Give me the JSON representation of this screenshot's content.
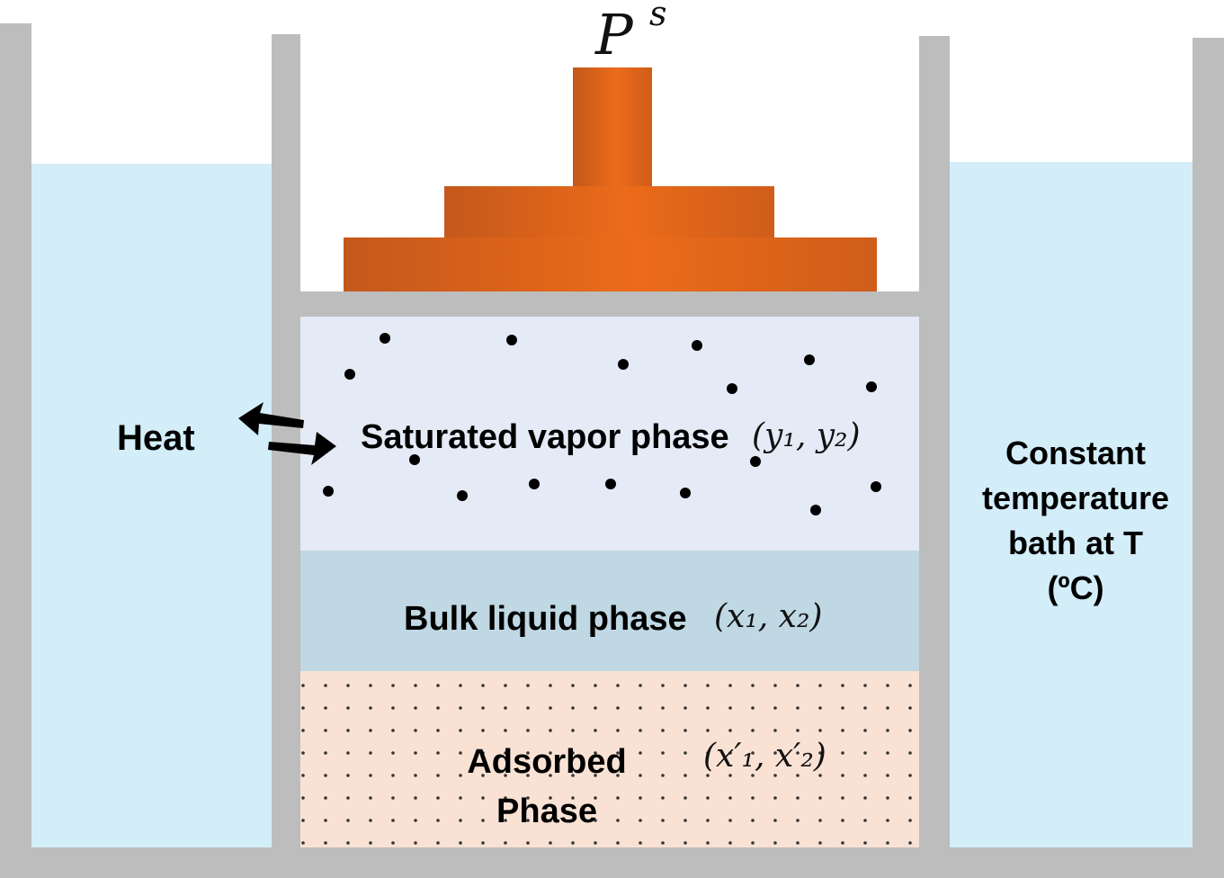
{
  "labels": {
    "pressure_symbol": "P",
    "pressure_superscript": "s",
    "heat": "Heat",
    "vapor_phase": "Saturated vapor phase",
    "vapor_composition": "(y₁, y₂)",
    "liquid_phase": "Bulk liquid phase",
    "liquid_composition": "(x₁, x₂)",
    "adsorbed_line1": "Adsorbed",
    "adsorbed_line2": "Phase",
    "adsorbed_composition": "(x′₁, x′₂)",
    "bath_line1": "Constant",
    "bath_line2": "temperature",
    "bath_line3": "bath at T",
    "bath_line4": "(ºC)"
  },
  "colors": {
    "wall": "#bdbdbd",
    "bath_water": "#d3eef9",
    "vapor_region": "#e4ebf6",
    "liquid_region": "#bfd8e3",
    "adsorbed_region": "#f9e2d4",
    "weight_light": "#ec6b1a",
    "weight_dark": "#c4581b",
    "molecule": "#000000"
  },
  "icons": {
    "heat_exchange": "double-arrow-icon",
    "piston_weight": "stepped-weight-icon"
  }
}
